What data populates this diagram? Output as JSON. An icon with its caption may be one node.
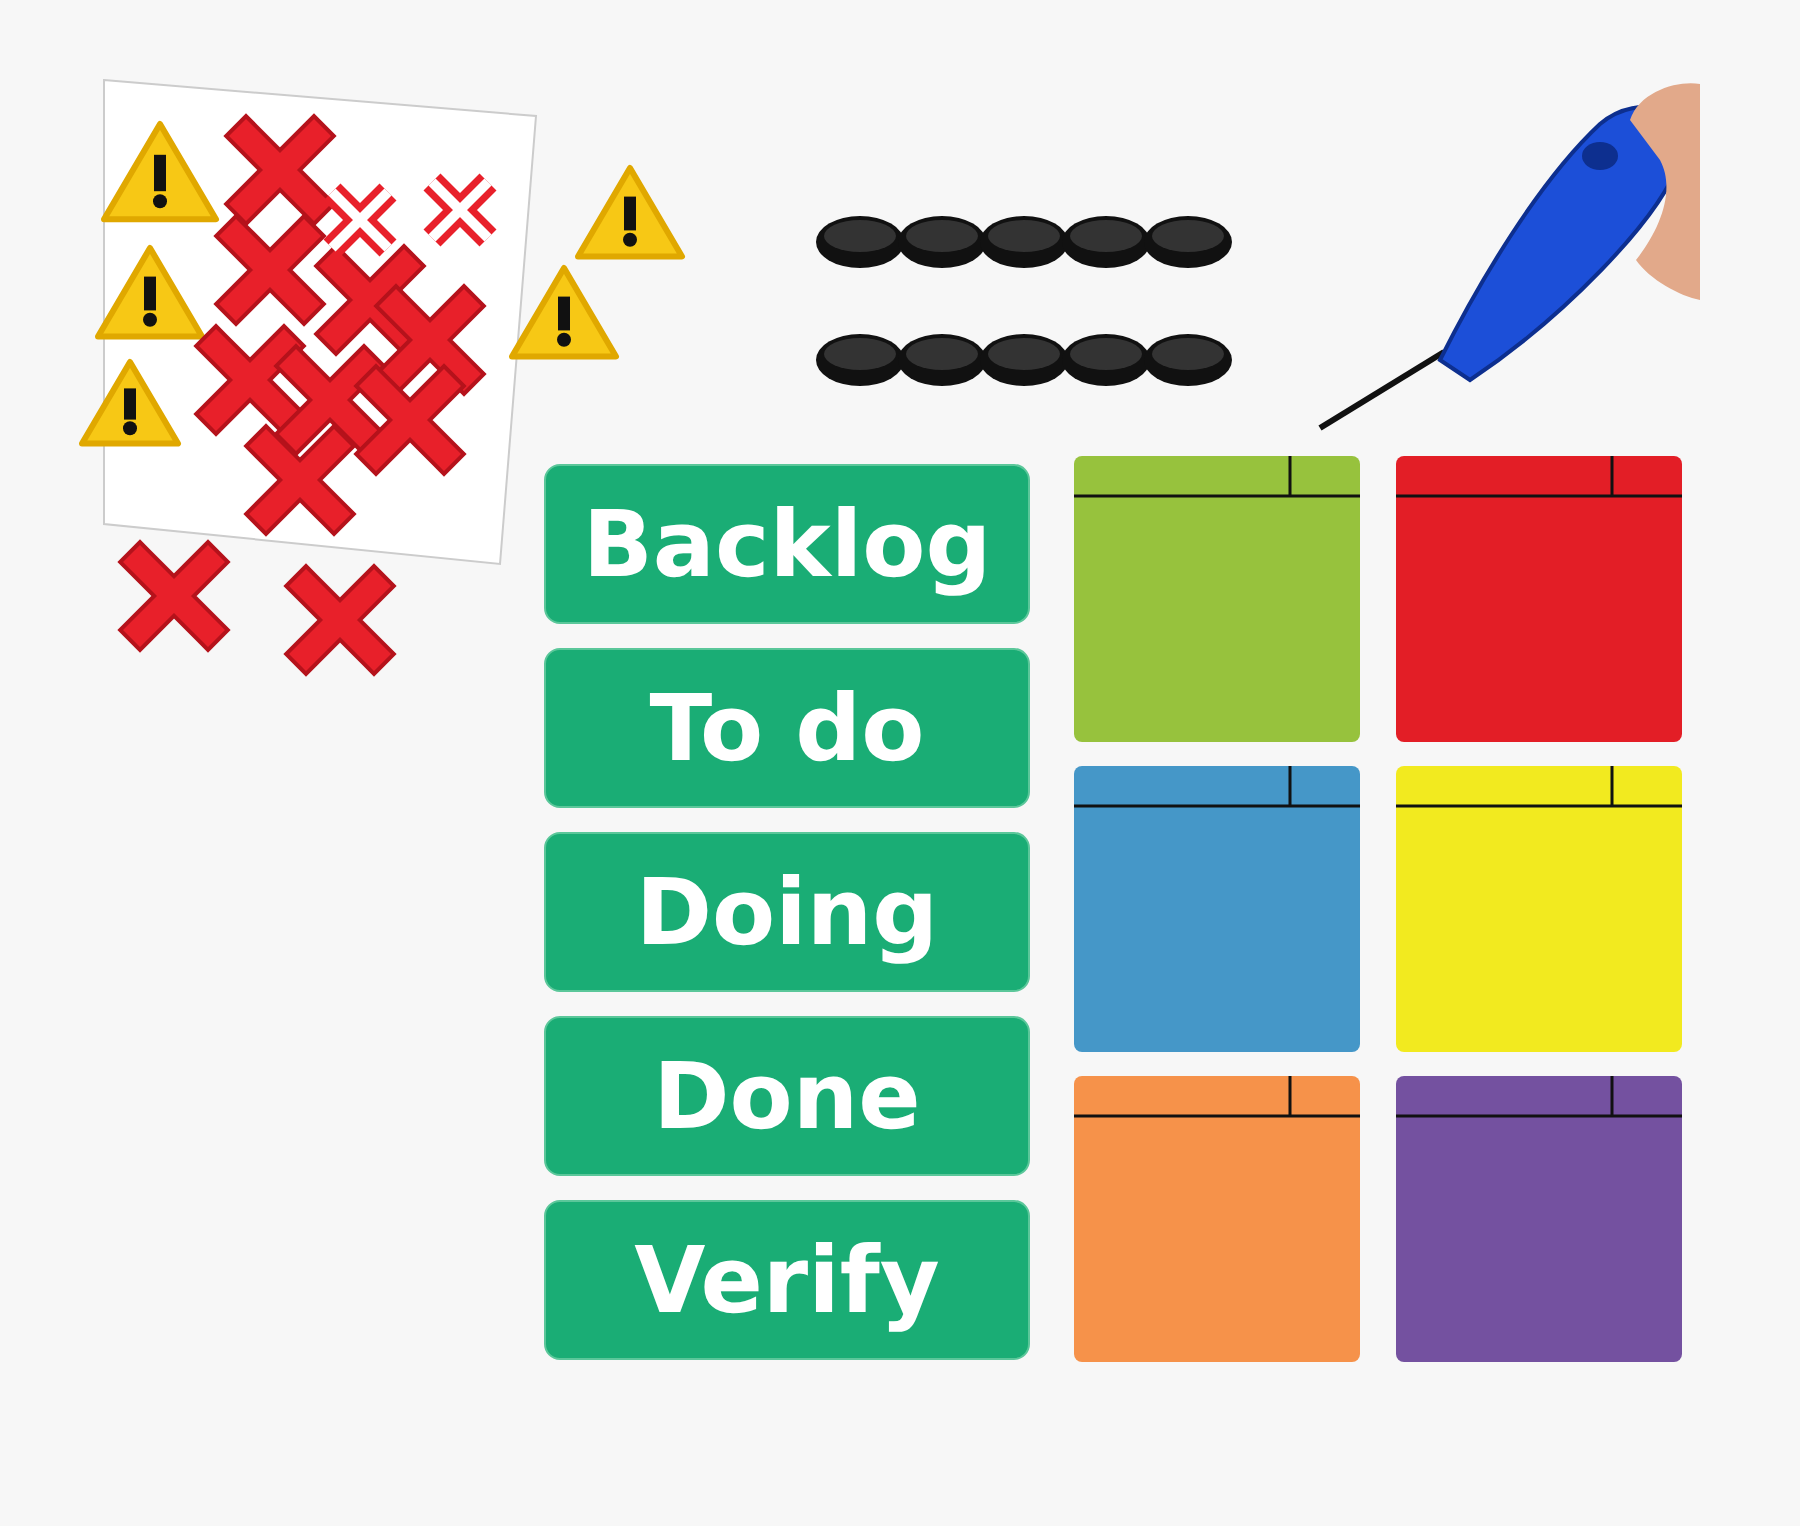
{
  "diagram": {
    "nodes": [
      {
        "text": [
          "Backlog"
        ]
      },
      {
        "text": [
          "To do"
        ]
      },
      {
        "text": [
          "Doing"
        ]
      },
      {
        "text": [
          "Done"
        ]
      },
      {
        "text": [
          "Verify"
        ]
      }
    ]
  }
}
